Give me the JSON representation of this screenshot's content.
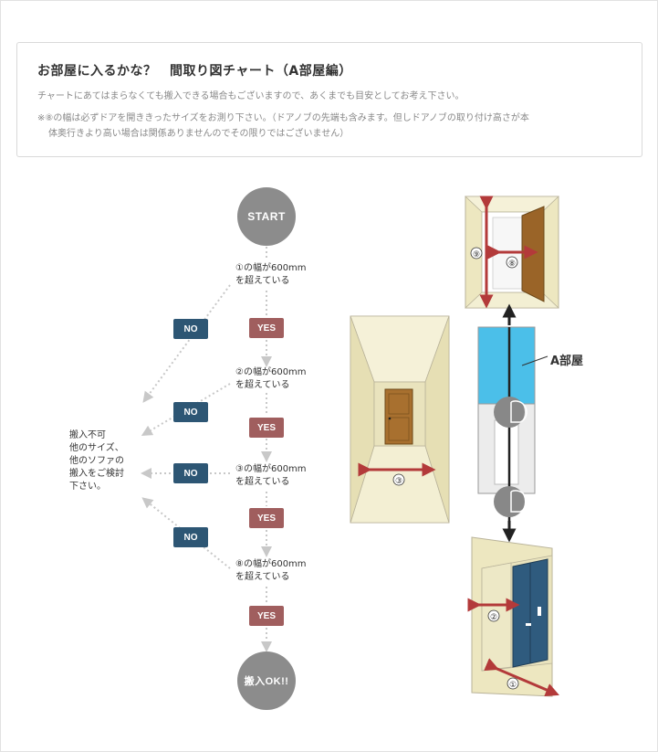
{
  "header": {
    "title": "お部屋に入るかな？　間取り図チャート（A部屋編）",
    "line1": "チャートにあてはまらなくても搬入できる場合もございますので、あくまでも目安としてお考え下さい。",
    "line2": "※⑧の幅は必ずドアを開ききったサイズをお測り下さい。（ドアノブの先端も含みます。但しドアノブの取り付け高さが本",
    "line3": "体奥行きより高い場合は関係ありませんのでその限りではございません）"
  },
  "flow": {
    "start": "START",
    "ok": "搬入OK!!",
    "yes": "YES",
    "no": "NO",
    "conditions": [
      {
        "line1": "①の幅が600mm",
        "line2": "を超えている"
      },
      {
        "line1": "②の幅が600mm",
        "line2": "を超えている"
      },
      {
        "line1": "③の幅が600mm",
        "line2": "を超えている"
      },
      {
        "line1": "⑧の幅が600mm",
        "line2": "を超えている"
      }
    ],
    "ng": {
      "line1": "搬入不可",
      "line2": "他のサイズ、",
      "line3": "他のソファの",
      "line4": "搬入をご検討",
      "line5": "下さい。"
    }
  },
  "diagram": {
    "room_label": "A部屋",
    "dims": {
      "d1": "①",
      "d2": "②",
      "d3": "③",
      "d8": "⑧",
      "d9": "⑨"
    },
    "colors": {
      "room_fill": "#4bbfe9",
      "arrow": "#b33a3a",
      "wall": "#efe9c6",
      "door_blue": "#2f5b7e"
    }
  }
}
